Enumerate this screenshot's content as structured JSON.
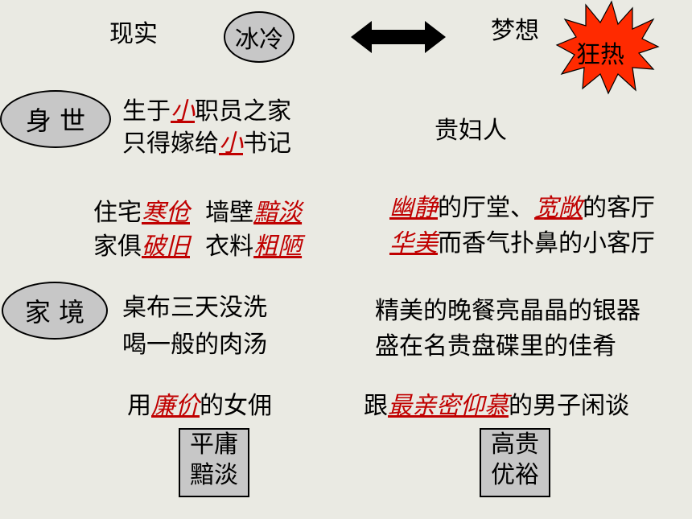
{
  "header": {
    "reality": "现实",
    "cold": "冰冷",
    "dream": "梦想",
    "passion": "狂热"
  },
  "colors": {
    "burst": "#ff2a00",
    "accent": "#c00000",
    "circle": "#c7c7c7",
    "background": "#eaeae3"
  },
  "labels": {
    "origin": "身 世",
    "family": "家 境"
  },
  "left": {
    "origin_line1": {
      "pre": "生于",
      "red": "小",
      "post": "职员之家"
    },
    "origin_line2": {
      "pre": "只得嫁给",
      "red": "小",
      "post": "书记"
    },
    "home_line1": {
      "a": "住宅",
      "a_red": "寒伧",
      "b": "墙壁",
      "b_red": "黯淡"
    },
    "home_line2": {
      "a": "家俱",
      "a_red": "破旧",
      "b": "衣料",
      "b_red": "粗陋"
    },
    "table1": "桌布三天没洗",
    "table2": "喝一般的肉汤",
    "maid": {
      "pre": "用",
      "red": "廉价",
      "post": "的女佣"
    },
    "summary": [
      "平庸",
      "黯淡"
    ]
  },
  "right": {
    "lady": "贵妇人",
    "hall1": {
      "red": "幽静",
      "mid": "的厅堂、",
      "red2": "宽敞",
      "post": "的客厅"
    },
    "hall2": {
      "red": "华美",
      "post": "而香气扑鼻的小客厅"
    },
    "dinner1": "精美的晚餐亮晶晶的银器",
    "dinner2": "盛在名贵盘碟里的佳肴",
    "chat": {
      "pre": "跟",
      "red": "最亲密仰慕",
      "post": "的男子闲谈"
    },
    "summary": [
      "高贵",
      "优裕"
    ]
  }
}
